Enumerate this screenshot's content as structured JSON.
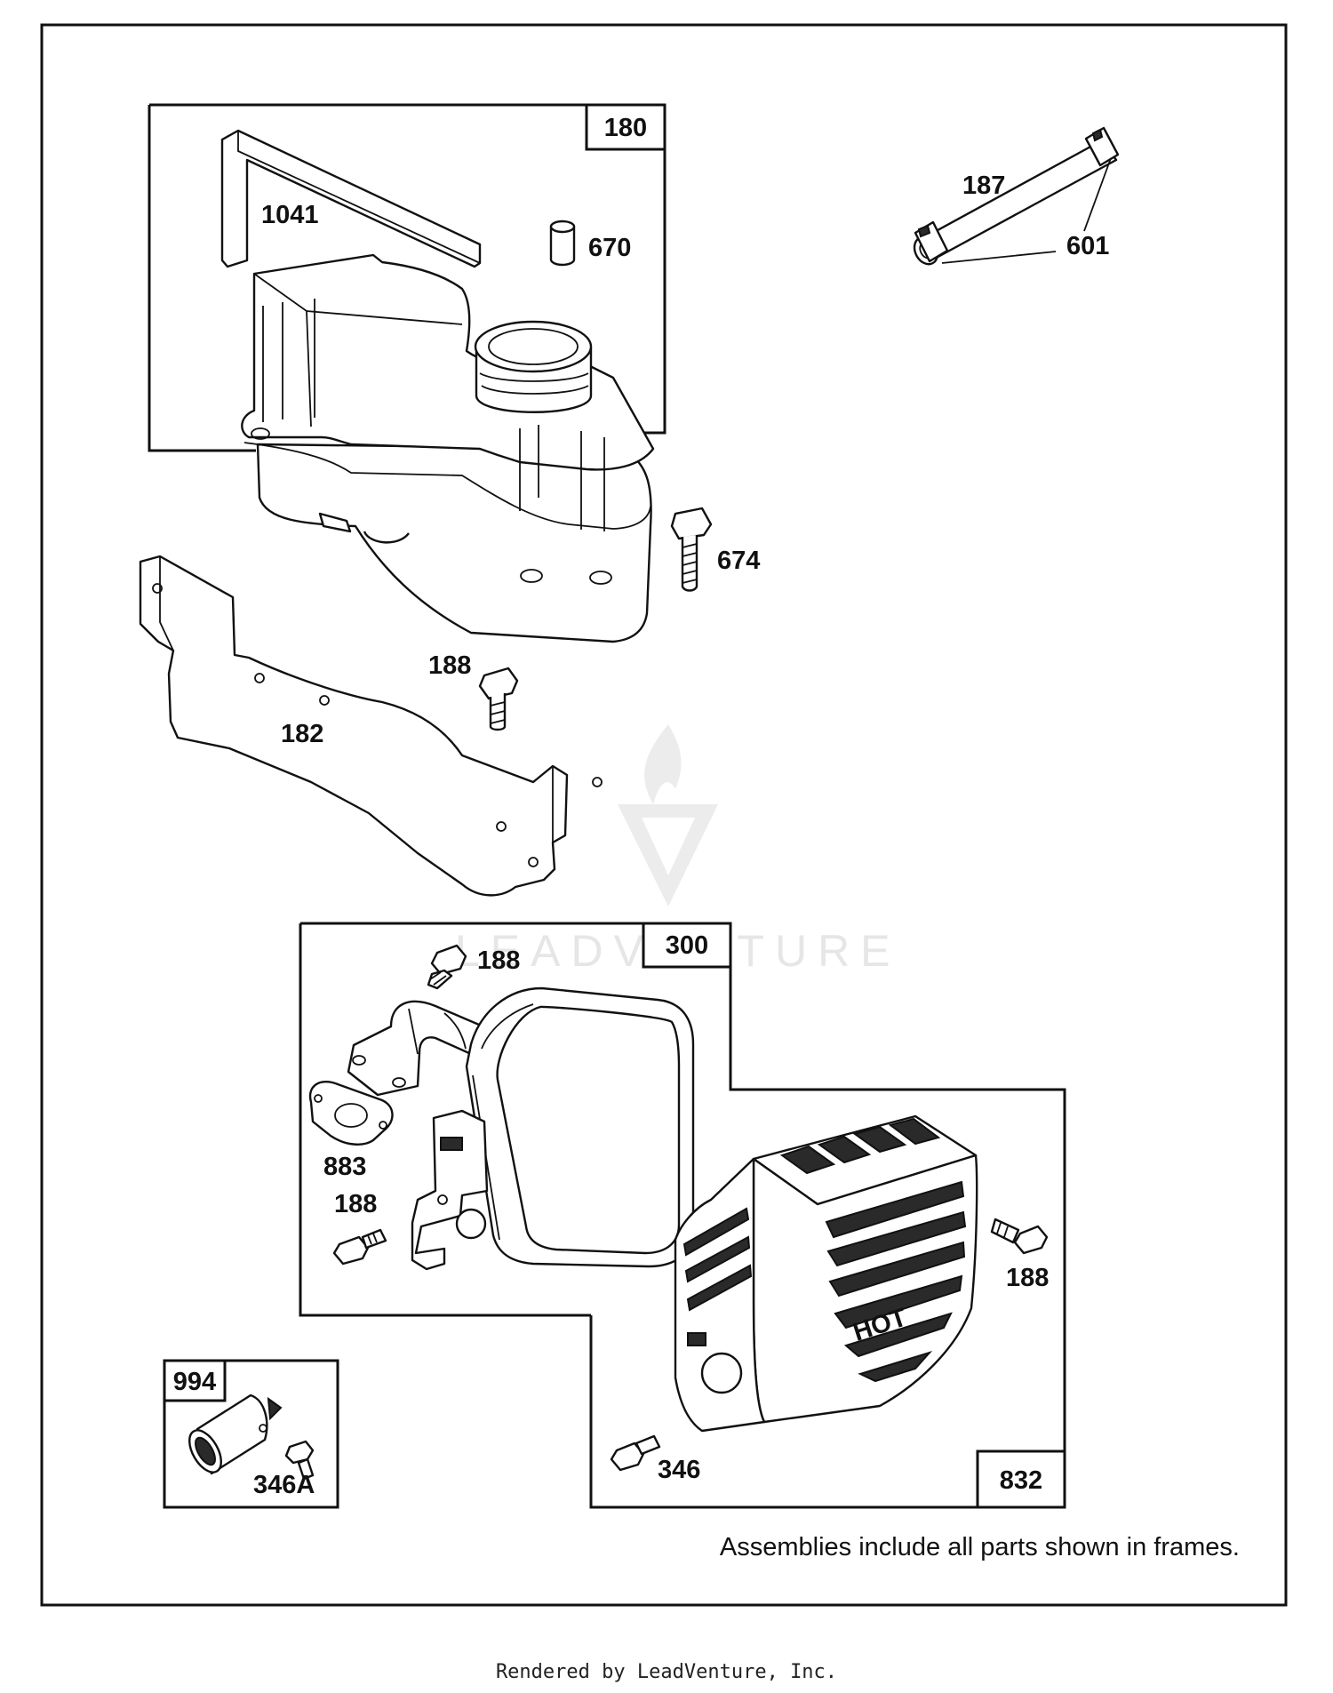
{
  "frames": {
    "fuel_tank": "180",
    "muffler": "300",
    "guard": "832",
    "kit": "994"
  },
  "parts": {
    "p1041": "1041",
    "p670": "670",
    "p187": "187",
    "p601": "601",
    "p674": "674",
    "p188_tank": "188",
    "p182": "182",
    "p188_top": "188",
    "p883": "883",
    "p188_left": "188",
    "p188_right": "188",
    "p346": "346",
    "p346a": "346A"
  },
  "guard_marking": "HOT",
  "note": "Assemblies include all parts shown in frames.",
  "watermark": "LEADVENTURE",
  "footer": "Rendered by LeadVenture, Inc."
}
